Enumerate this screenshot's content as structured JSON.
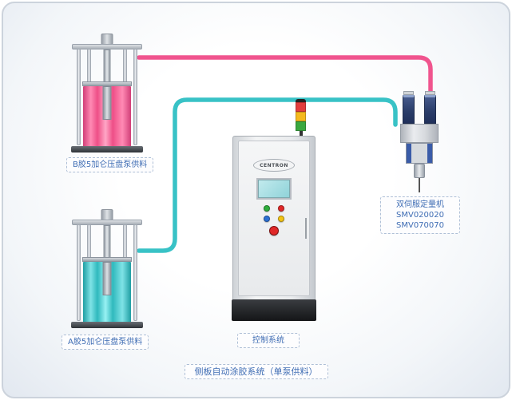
{
  "title": {
    "text": "侧板自动涂胶系统（单泵供料）"
  },
  "pumps": {
    "b": {
      "label": "B胶5加仑压盘泵供料"
    },
    "a": {
      "label": "A胶5加仑压盘泵供料"
    }
  },
  "control": {
    "label": "控制系统",
    "brand": "CENTRON"
  },
  "dispenser": {
    "name": "双伺服定量机",
    "model1": "SMV020020",
    "model2": "SMV070070"
  },
  "tower": {
    "lights": [
      "red",
      "yellow",
      "green"
    ]
  },
  "colors": {
    "glue_b": "#f0548e",
    "glue_a": "#38c2c6",
    "label_text": "#3f6db4",
    "tower_red": "#e23d3d",
    "tower_yellow": "#f5b91e",
    "tower_green": "#3aa83f",
    "btn_green": "#2eae3c",
    "btn_red": "#e02727",
    "btn_blue": "#2b6fd4",
    "btn_yellow": "#f2c314"
  }
}
